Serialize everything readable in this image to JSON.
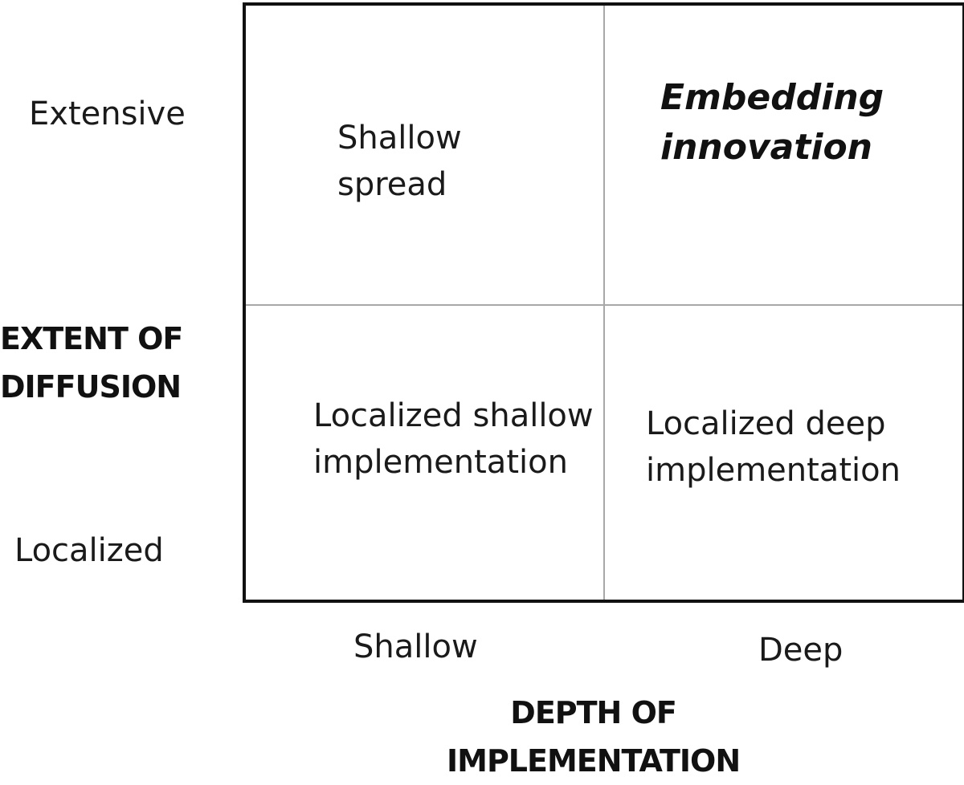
{
  "y_axis": {
    "title_lines": [
      "EXTENT OF",
      "DIFFUSION"
    ],
    "tick_top": "Extensive",
    "tick_bottom": "Localized"
  },
  "x_axis": {
    "title_lines": [
      "DEPTH OF",
      "IMPLEMENTATION"
    ],
    "tick_left": "Shallow",
    "tick_right": "Deep"
  },
  "quadrants": {
    "top_left": {
      "lines": [
        "Shallow",
        "spread"
      ]
    },
    "top_right": {
      "lines": [
        "Embedding",
        "innovation"
      ]
    },
    "bottom_left": {
      "lines": [
        "Localized shallow",
        "implementation"
      ]
    },
    "bottom_right": {
      "lines": [
        "Localized deep",
        "implementation"
      ]
    }
  }
}
